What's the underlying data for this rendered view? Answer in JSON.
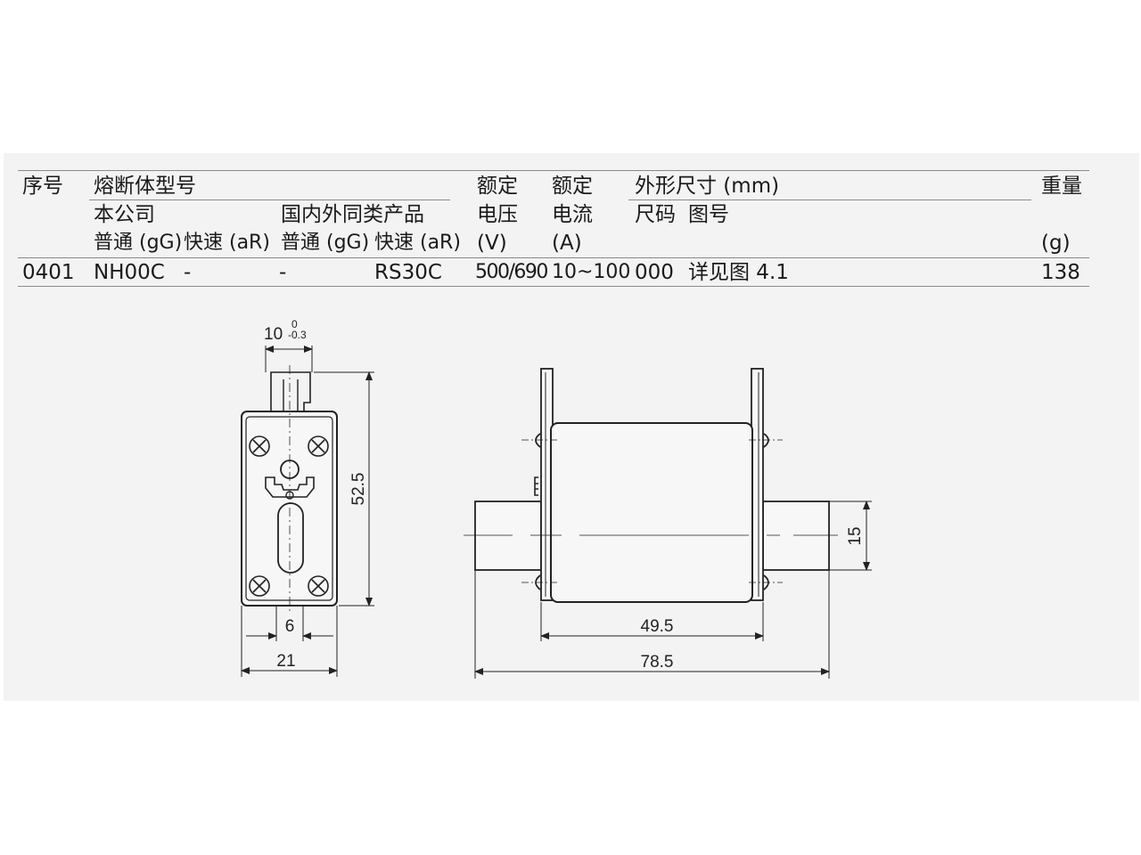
{
  "table": {
    "headers": {
      "seq": "序号",
      "fuse_model": "熔断体型号",
      "company": "本公司",
      "domestic": "国内外同类产品",
      "rated_voltage_1": "额定",
      "rated_voltage_2": "电压",
      "rated_voltage_unit": "(V)",
      "rated_current_1": "额定",
      "rated_current_2": "电流",
      "rated_current_unit": "(A)",
      "dimensions": "外形尺寸 (mm)",
      "size_code": "尺码",
      "figure_no": "图号",
      "weight": "重量",
      "weight_unit": "(g)",
      "normal_1": "普通 (gG)",
      "fast_1": "快速 (aR)",
      "normal_2": "普通 (gG)",
      "fast_2": "快速 (aR)"
    },
    "rows": [
      {
        "seq": "0401",
        "company_normal": "NH00C",
        "company_fast": "-",
        "domestic_normal": "-",
        "domestic_fast": "RS30C",
        "voltage": "500/690",
        "current": "10~100",
        "size_code": "000",
        "figure": "详见图 4.1",
        "weight": "138"
      }
    ]
  },
  "drawing": {
    "front_view": {
      "tab_width": "10",
      "tol_upper": "0",
      "tol_lower": "-0.3",
      "height": "52.5",
      "slot_width": "6",
      "body_width": "21"
    },
    "side_view": {
      "body_length": "49.5",
      "total_length": "78.5",
      "blade_height": "15"
    }
  }
}
